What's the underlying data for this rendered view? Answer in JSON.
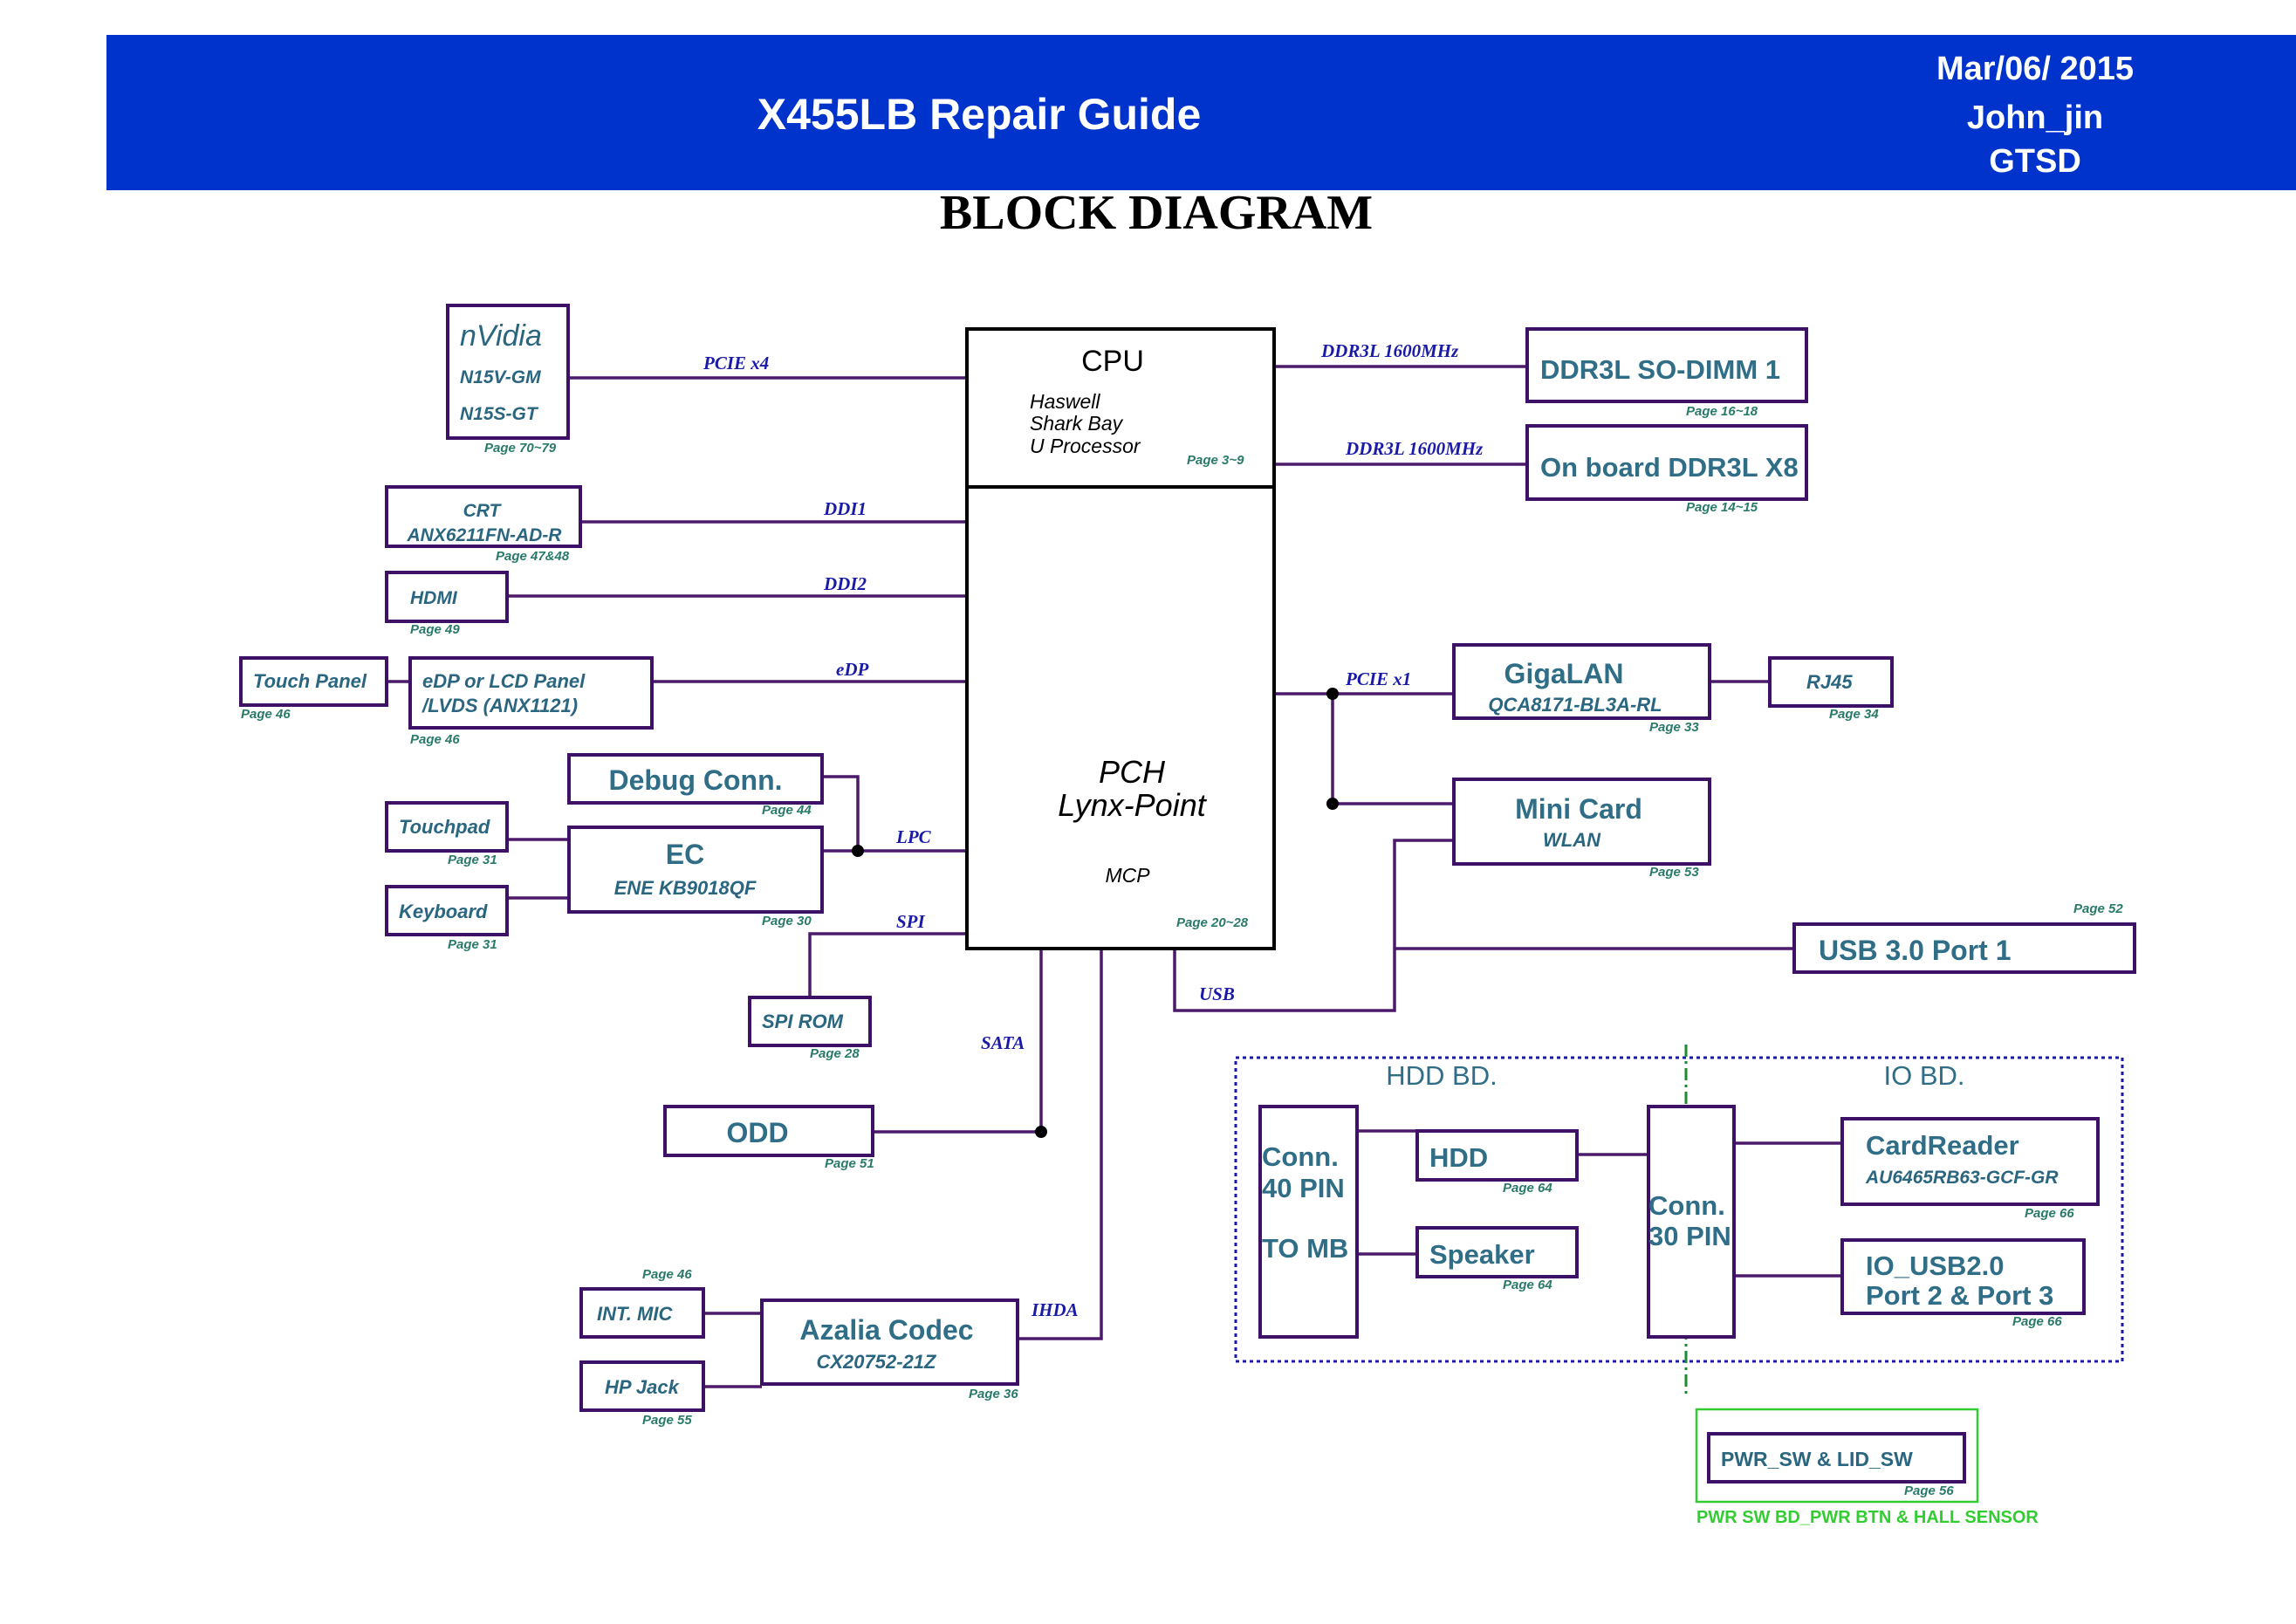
{
  "header": {
    "title": "X455LB Repair Guide",
    "date": "Mar/06/ 2015",
    "author": "John_jin",
    "dept": "GTSD",
    "background_color": "#0033cc"
  },
  "diagram_title": "BLOCK DIAGRAM",
  "cpu": {
    "title": "CPU",
    "line1": "Haswell",
    "line2": "Shark Bay",
    "line3": "U Processor",
    "page": "Page 3~9"
  },
  "pch": {
    "title": "PCH",
    "subtitle": "Lynx-Point",
    "mcp": "MCP",
    "page": "Page 20~28"
  },
  "nvidia": {
    "name": "nVidia",
    "chip1": "N15V-GM",
    "chip2": "N15S-GT",
    "page": "Page 70~79"
  },
  "crt": {
    "name": "CRT",
    "chip": "ANX6211FN-AD-R",
    "page": "Page 47&48"
  },
  "hdmi": {
    "name": "HDMI",
    "page": "Page 49"
  },
  "touch_panel": {
    "name": "Touch Panel",
    "page": "Page 46"
  },
  "edp": {
    "line1": "eDP or LCD Panel",
    "line2": "/LVDS (ANX1121)",
    "page": "Page 46"
  },
  "debug": {
    "name": "Debug Conn.",
    "page": "Page 44"
  },
  "ec": {
    "name": "EC",
    "chip": "ENE KB9018QF",
    "page": "Page 30"
  },
  "touchpad": {
    "name": "Touchpad",
    "page": "Page 31"
  },
  "keyboard": {
    "name": "Keyboard",
    "page": "Page 31"
  },
  "spi_rom": {
    "name": "SPI ROM",
    "page": "Page 28"
  },
  "odd": {
    "name": "ODD",
    "page": "Page 51"
  },
  "int_mic": {
    "name": "INT. MIC",
    "page": "Page 46"
  },
  "hp_jack": {
    "name": "HP Jack",
    "page": "Page 55"
  },
  "codec": {
    "name": "Azalia Codec",
    "chip": "CX20752-21Z",
    "page": "Page 36"
  },
  "ddr_sodimm": {
    "name": "DDR3L SO-DIMM 1",
    "page": "Page 16~18"
  },
  "ddr_onboard": {
    "name": "On board DDR3L X8",
    "page": "Page 14~15"
  },
  "gigalan": {
    "name": "GigaLAN",
    "chip": "QCA8171-BL3A-RL",
    "page": "Page 33"
  },
  "rj45": {
    "name": "RJ45",
    "page": "Page 34"
  },
  "minicard": {
    "name": "Mini Card",
    "sub": "WLAN",
    "page": "Page 53"
  },
  "usb30": {
    "name": "USB 3.0 Port 1",
    "page": "Page 52"
  },
  "buses": {
    "pcie_x4": "PCIE x4",
    "ddi1": "DDI1",
    "ddi2": "DDI2",
    "edp": "eDP",
    "lpc": "LPC",
    "spi": "SPI",
    "sata": "SATA",
    "ihda": "IHDA",
    "usb": "USB",
    "ddr3l_1": "DDR3L 1600MHz",
    "ddr3l_2": "DDR3L 1600MHz",
    "pcie_x1": "PCIE x1"
  },
  "hdd_bd": {
    "title": "HDD  BD.",
    "conn_line1": "Conn.",
    "conn_line2": "40 PIN",
    "conn_line3": "TO MB",
    "hdd": "HDD",
    "hdd_page": "Page 64",
    "speaker": "Speaker",
    "speaker_page": "Page 64"
  },
  "io_bd": {
    "title": "IO  BD.",
    "conn_line1": "Conn.",
    "conn_line2": "30 PIN",
    "cardreader": "CardReader",
    "cardreader_chip": "AU6465RB63-GCF-GR",
    "cardreader_page": "Page 66",
    "usb_line1": "IO_USB2.0",
    "usb_line2": "Port 2 & Port 3",
    "usb_page": "Page 66"
  },
  "pwr_sw_bd": {
    "name": "PWR_SW & LID_SW",
    "page": "Page 56",
    "caption": "PWR SW BD_PWR BTN & HALL SENSOR",
    "color": "#33cc33"
  }
}
